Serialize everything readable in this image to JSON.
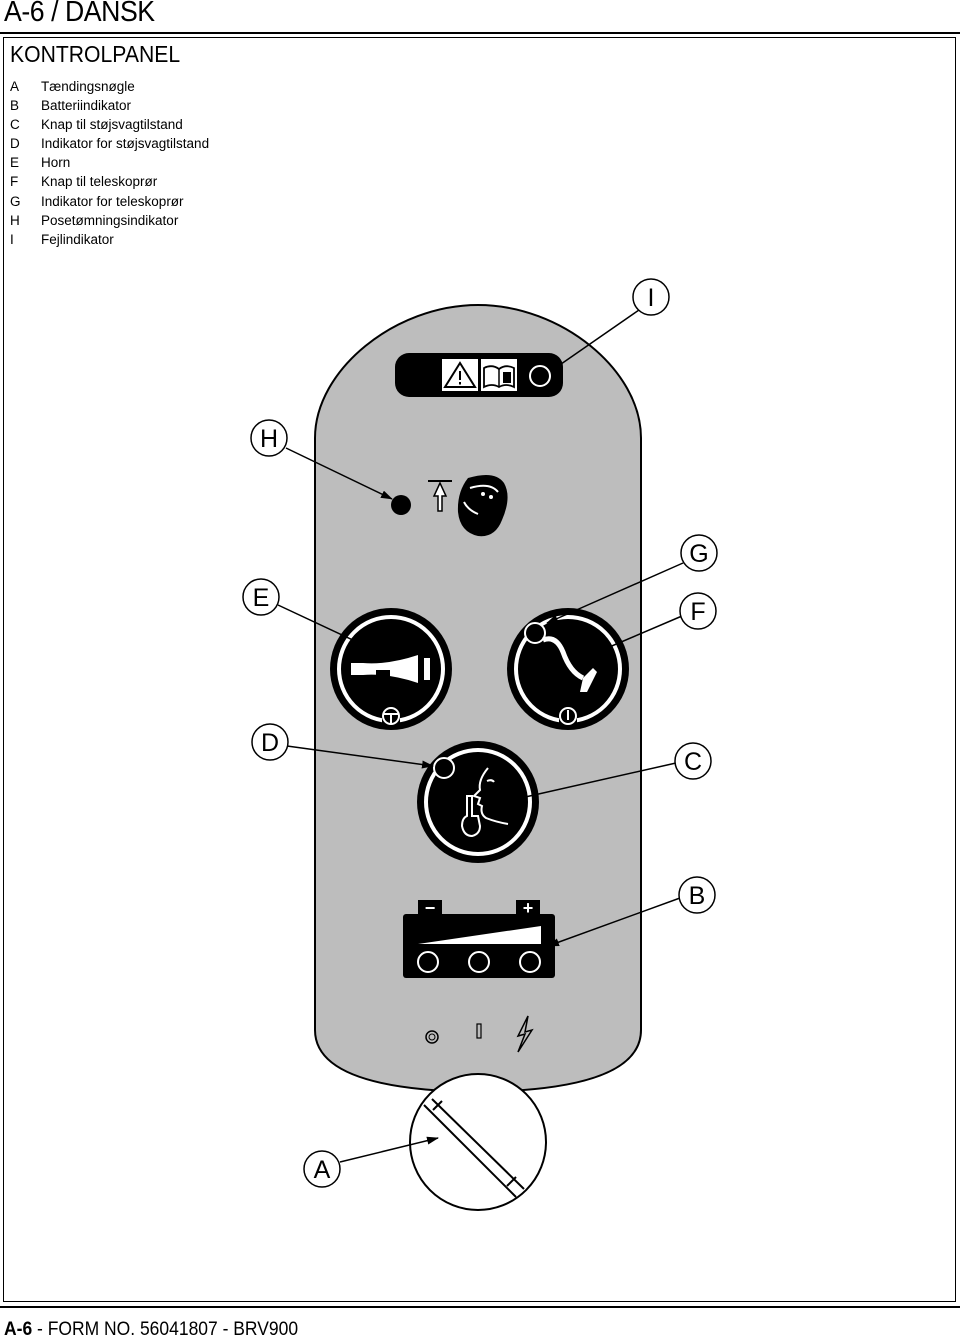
{
  "page_title": "A-6 / DANSK",
  "section_title": "KONTROLPANEL",
  "legend": [
    {
      "letter": "A",
      "text": "Tændingsnøgle"
    },
    {
      "letter": "B",
      "text": "Batteriindikator"
    },
    {
      "letter": "C",
      "text": "Knap til støjsvagtilstand"
    },
    {
      "letter": "D",
      "text": "Indikator for støjsvagtilstand"
    },
    {
      "letter": "E",
      "text": "Horn"
    },
    {
      "letter": "F",
      "text": "Knap til teleskoprør"
    },
    {
      "letter": "G",
      "text": "Indikator for teleskoprør"
    },
    {
      "letter": "H",
      "text": "Posetømningsindikator"
    },
    {
      "letter": "I",
      "text": "Fejlindikator"
    }
  ],
  "callouts": {
    "I": "I",
    "H": "H",
    "G": "G",
    "E": "E",
    "F": "F",
    "D": "D",
    "C": "C",
    "B": "B",
    "A": "A"
  },
  "battery_symbols": {
    "minus": "−",
    "plus": "+"
  },
  "colors": {
    "panel": "#bdbdbd",
    "ink": "#000000",
    "paper": "#ffffff"
  },
  "footer": {
    "page": "A-6",
    "rest": " - FORM NO. 56041807 - BRV900"
  }
}
